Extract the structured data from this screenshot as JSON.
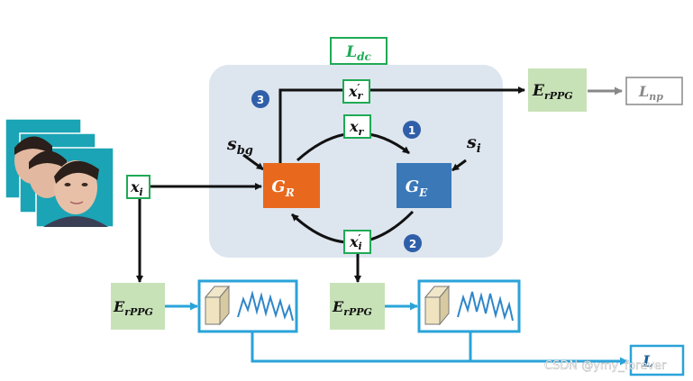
{
  "labels": {
    "ldc": {
      "base": "L",
      "sub": "dc"
    },
    "lnp": {
      "base": "L",
      "sub": "np"
    },
    "lbottom": {
      "base": "L",
      "sub": ""
    },
    "erppg": {
      "base": "E",
      "sub": "rPPG"
    },
    "gr": {
      "base": "G",
      "sub": "R"
    },
    "ge": {
      "base": "G",
      "sub": "E"
    },
    "sbg": {
      "base": "s",
      "sub": "bg"
    },
    "si": {
      "base": "s",
      "sub": "i"
    },
    "xi": {
      "base": "x",
      "sub": "i"
    },
    "xr": {
      "base": "x",
      "sub": "r"
    },
    "xrp": {
      "base": "x",
      "prime": "′",
      "sub": "r"
    },
    "xip": {
      "base": "x",
      "prime": "′",
      "sub": "i"
    }
  },
  "steps": [
    "1",
    "2",
    "3"
  ],
  "watermark": "CSDN @ymy_forever",
  "colors": {
    "cycle_bg": "#dde5ef",
    "generator_r": "#e8691e",
    "generator_e": "#3a78b8",
    "encoder": "#c8e2b8",
    "box_border_green": "#1faa55",
    "signal_border": "#2aa3d9",
    "signal_line": "#2f86c9",
    "circle": "#2f5fa8"
  }
}
